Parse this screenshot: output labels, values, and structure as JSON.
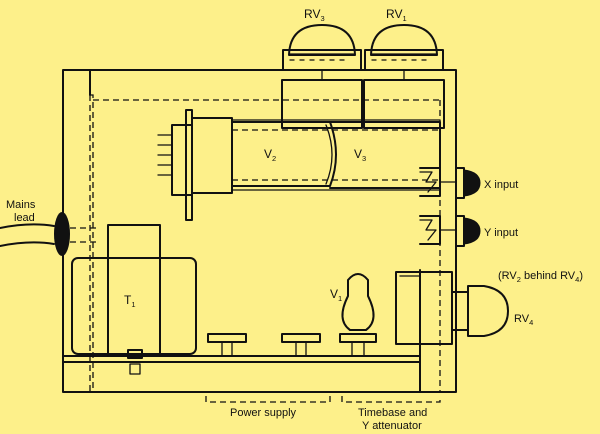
{
  "labels": {
    "rv3": "RV",
    "rv3_sub": "3",
    "rv1": "RV",
    "rv1_sub": "1",
    "v2": "V",
    "v2_sub": "2",
    "v3": "V",
    "v3_sub": "3",
    "x_input": "X input",
    "y_input": "Y input",
    "mains_line1": "Mains",
    "mains_line2": "lead",
    "t1": "T",
    "t1_sub": "1",
    "v1": "V",
    "v1_sub": "1",
    "rv2_note_pre": "(RV",
    "rv2_note_sub": "2",
    "rv2_note_mid": " behind RV",
    "rv2_note_sub2": "4",
    "rv2_note_post": ")",
    "rv4": "RV",
    "rv4_sub": "4",
    "power_supply": "Power supply",
    "timebase_line1": "Timebase and",
    "timebase_line2": "Y attenuator"
  }
}
